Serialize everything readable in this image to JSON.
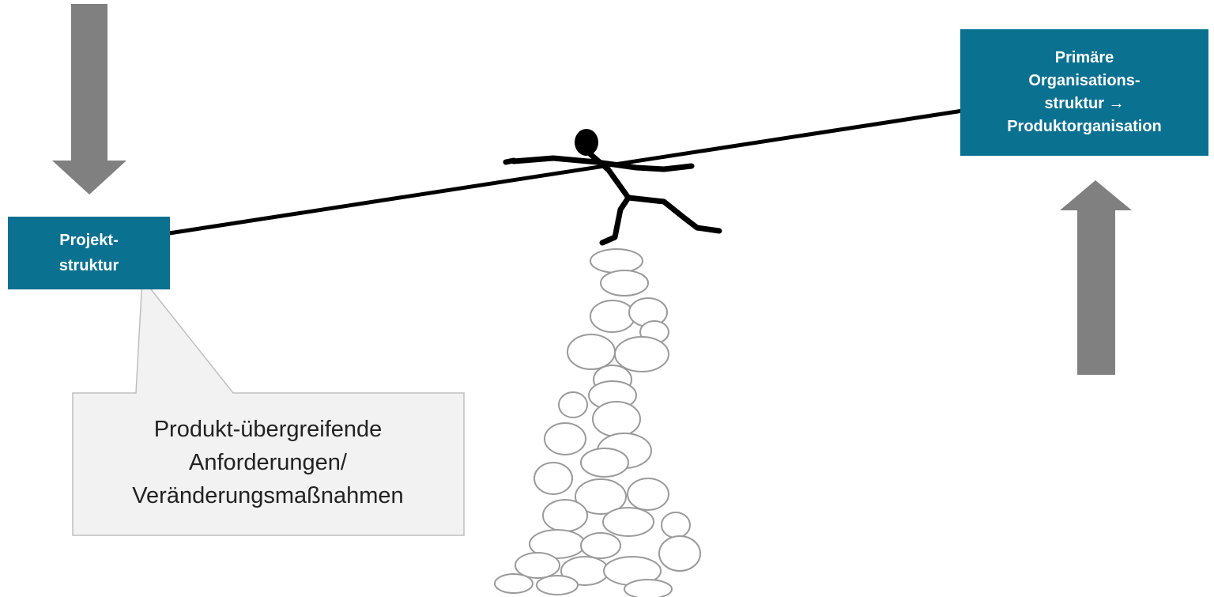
{
  "left_box": {
    "lines": [
      "Projekt-",
      "struktur"
    ]
  },
  "right_box": {
    "lines": [
      "Primäre",
      "Organisations-",
      "struktur →",
      "Produktorganisation"
    ]
  },
  "callout": {
    "lines": [
      "Produkt-übergreifende",
      "Anforderungen/",
      "Veränderungsmaßnahmen"
    ]
  },
  "colors": {
    "box": "#0b7191",
    "arrow": "#808080",
    "callout_fill": "#f2f2f2",
    "callout_border": "#bfbfbf",
    "rope": "#000000",
    "stones": "#9a9a9a"
  },
  "icons": {
    "down_arrow": "down-arrow-icon",
    "up_arrow": "up-arrow-icon",
    "figure": "tightrope-walker-icon",
    "stones": "stone-pile-icon"
  }
}
